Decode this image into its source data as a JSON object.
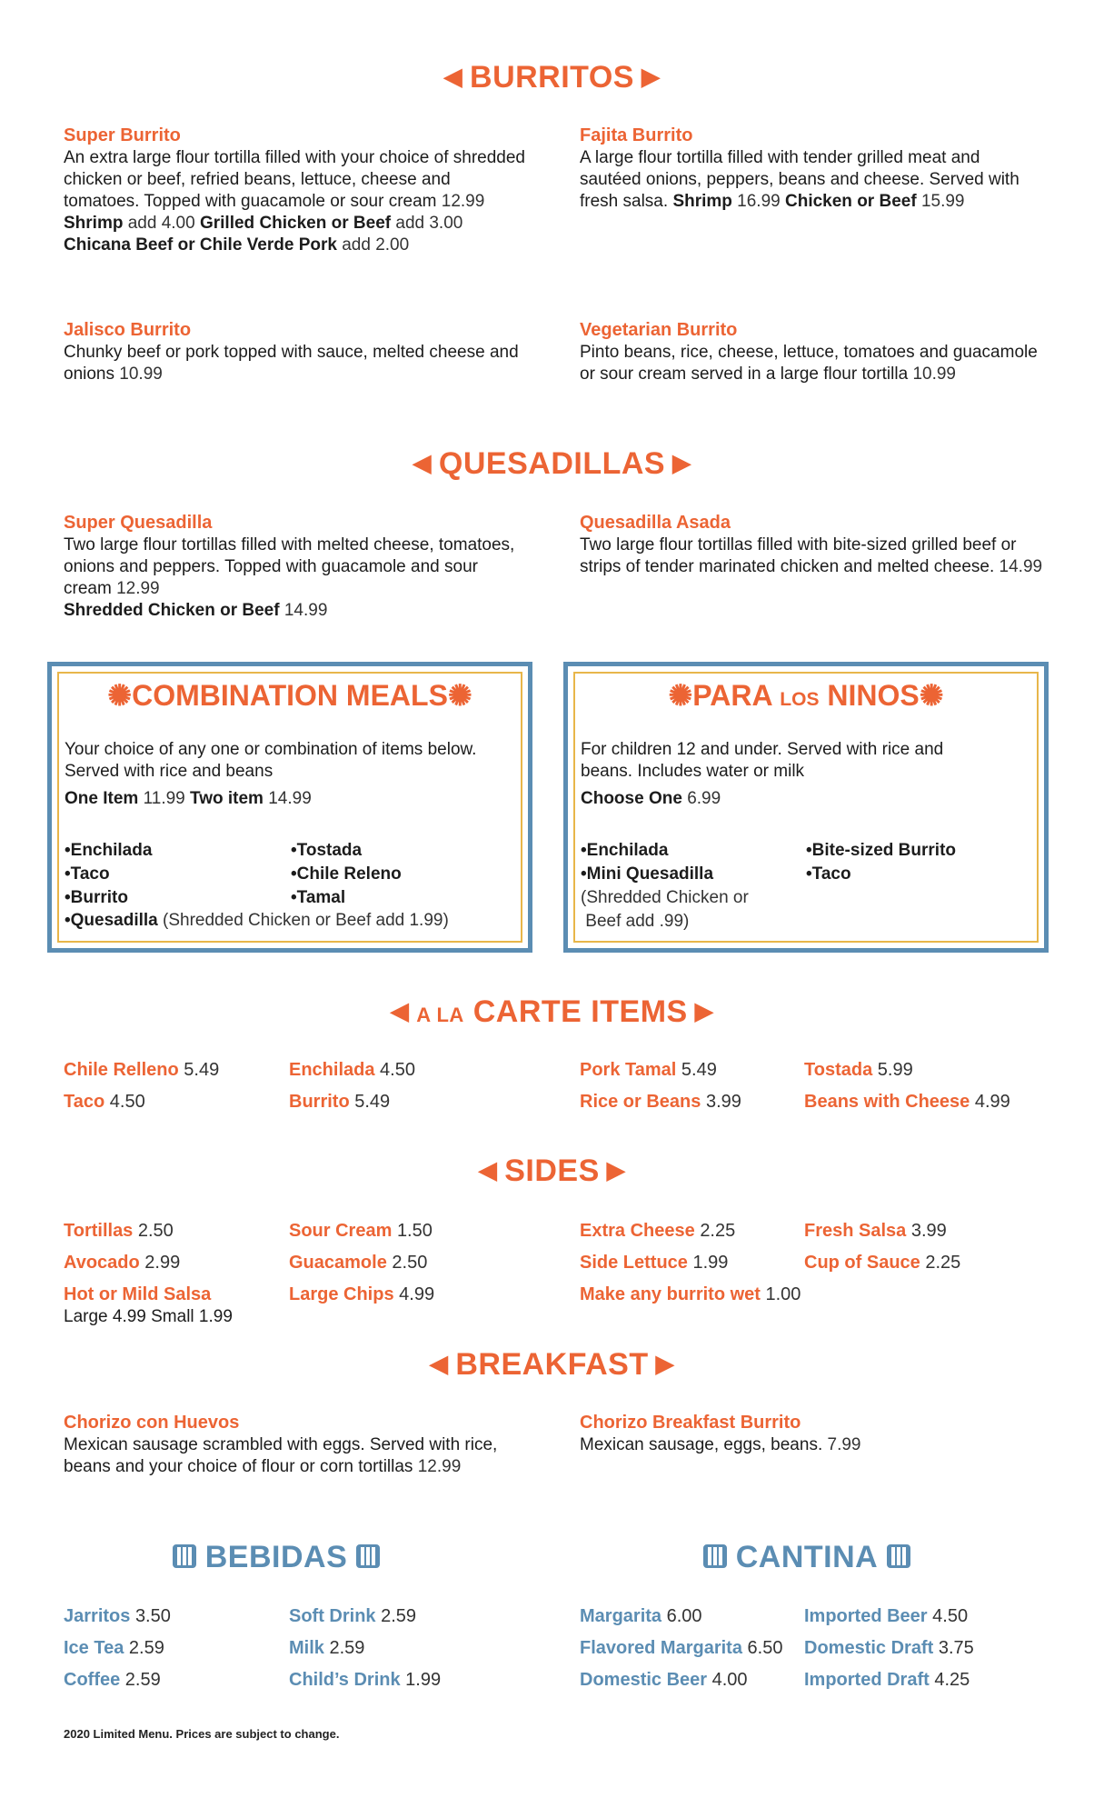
{
  "burritos": {
    "title": "BURRITOS",
    "super": {
      "name": "Super Burrito",
      "desc": "An extra large flour tortilla filled with your choice of shredded chicken or beef, refried beans, lettuce, cheese and tomatoes. Topped with guacamole or sour cream",
      "price": "12.99",
      "addon1_a": "Shrimp",
      "addon1_a_price": "add 4.00",
      "addon1_b": "Grilled Chicken or Beef",
      "addon1_b_price": "add 3.00",
      "addon2": "Chicana Beef or Chile Verde Pork",
      "addon2_price": "add 2.00"
    },
    "fajita": {
      "name": "Fajita Burrito",
      "desc": "A large flour tortilla filled with tender grilled meat and sautéed onions, peppers, beans and cheese. Served with fresh salsa.",
      "opt1": "Shrimp",
      "opt1_price": "16.99",
      "opt2": "Chicken or Beef",
      "opt2_price": "15.99"
    },
    "jalisco": {
      "name": "Jalisco Burrito",
      "desc": "Chunky beef or pork topped with sauce, melted cheese and onions",
      "price": "10.99"
    },
    "vegetarian": {
      "name": "Vegetarian Burrito",
      "desc": "Pinto beans, rice, cheese, lettuce, tomatoes and guacamole or sour cream served in a large flour tortilla",
      "price": "10.99"
    }
  },
  "quesadillas": {
    "title": "QUESADILLAS",
    "super": {
      "name": "Super Quesadilla",
      "desc": "Two large flour tortillas filled with melted cheese, tomatoes, onions and peppers. Topped with guacamole and sour cream",
      "price": "12.99",
      "addon": "Shredded Chicken or Beef",
      "addon_price": "14.99"
    },
    "asada": {
      "name": "Quesadilla Asada",
      "desc": "Two large flour tortillas filled with bite-sized grilled beef or strips of tender marinated chicken and melted cheese.",
      "price": "14.99"
    }
  },
  "combination": {
    "title": "COMBINATION MEALS",
    "desc": "Your choice of any one or combination of items below. Served with rice and beans",
    "one": "One Item",
    "one_price": "11.99",
    "two": "Two item",
    "two_price": "14.99",
    "col1": [
      "•Enchilada",
      "•Taco",
      "•Burrito"
    ],
    "col2": [
      "•Tostada",
      "•Chile Releno",
      "•Tamal"
    ],
    "last": "•Quesadilla",
    "last_note": "(Shredded Chicken or Beef add 1.99)"
  },
  "ninos": {
    "title_a": "PARA",
    "title_b": "LOS",
    "title_c": "NINOS",
    "desc": "For children 12 and under. Served with rice and beans. Includes water or milk",
    "choose": "Choose One",
    "choose_price": "6.99",
    "col1": [
      "•Enchilada",
      "•Mini Quesadilla"
    ],
    "note1": "(Shredded Chicken or",
    "note2": " Beef add .99)",
    "col2": [
      "•Bite-sized Burrito",
      "•Taco"
    ]
  },
  "alacarte": {
    "title_a": "A LA",
    "title_b": "CARTE ITEMS",
    "items": [
      {
        "n": "Chile Relleno",
        "p": "5.49"
      },
      {
        "n": "Enchilada",
        "p": "4.50"
      },
      {
        "n": "Pork Tamal",
        "p": "5.49"
      },
      {
        "n": "Tostada",
        "p": "5.99"
      },
      {
        "n": "Taco",
        "p": "4.50"
      },
      {
        "n": "Burrito",
        "p": "5.49"
      },
      {
        "n": "Rice or Beans",
        "p": "3.99"
      },
      {
        "n": "Beans with Cheese",
        "p": "4.99"
      }
    ]
  },
  "sides": {
    "title": "SIDES",
    "items": [
      {
        "n": "Tortillas",
        "p": "2.50"
      },
      {
        "n": "Sour Cream",
        "p": "1.50"
      },
      {
        "n": "Extra Cheese",
        "p": "2.25"
      },
      {
        "n": "Fresh Salsa",
        "p": "3.99"
      },
      {
        "n": "Avocado",
        "p": "2.99"
      },
      {
        "n": "Guacamole",
        "p": "2.50"
      },
      {
        "n": "Side Lettuce",
        "p": "1.99"
      },
      {
        "n": "Cup of Sauce",
        "p": "2.25"
      },
      {
        "n": "Hot or Mild Salsa",
        "p": ""
      },
      {
        "n": "Large Chips",
        "p": "4.99"
      },
      {
        "n": "Make any burrito wet",
        "p": "1.00"
      }
    ],
    "salsa_sizes": "Large 4.99 Small 1.99"
  },
  "breakfast": {
    "title": "BREAKFAST",
    "chorizo": {
      "name": "Chorizo con Huevos",
      "desc": "Mexican sausage scrambled with eggs. Served with rice, beans and your choice of flour or corn tortillas",
      "price": "12.99"
    },
    "burrito": {
      "name": "Chorizo Breakfast Burrito",
      "desc": "Mexican sausage, eggs, beans.",
      "price": "7.99"
    }
  },
  "bebidas": {
    "title": "BEBIDAS",
    "items": [
      {
        "n": "Jarritos",
        "p": "3.50"
      },
      {
        "n": "Soft Drink",
        "p": "2.59"
      },
      {
        "n": "Ice Tea",
        "p": "2.59"
      },
      {
        "n": "Milk",
        "p": "2.59"
      },
      {
        "n": "Coffee",
        "p": "2.59"
      },
      {
        "n": "Child’s Drink",
        "p": "1.99"
      }
    ]
  },
  "cantina": {
    "title": "CANTINA",
    "items": [
      {
        "n": "Margarita",
        "p": "6.00"
      },
      {
        "n": "Imported Beer",
        "p": "4.50"
      },
      {
        "n": "Flavored Margarita",
        "p": "6.50"
      },
      {
        "n": "Domestic Draft",
        "p": "3.75"
      },
      {
        "n": "Domestic Beer",
        "p": "4.00"
      },
      {
        "n": "Imported Draft",
        "p": "4.25"
      }
    ]
  },
  "footnote": "2020 Limited Menu. Prices are subject to change.",
  "colors": {
    "accent": "#ec6434",
    "blue": "#5b8db3",
    "gold": "#e8b64a"
  },
  "icons": {
    "left": "triangle-left-icon",
    "right": "triangle-right-icon",
    "sun": "sun-icon",
    "grid": "grid-icon"
  }
}
